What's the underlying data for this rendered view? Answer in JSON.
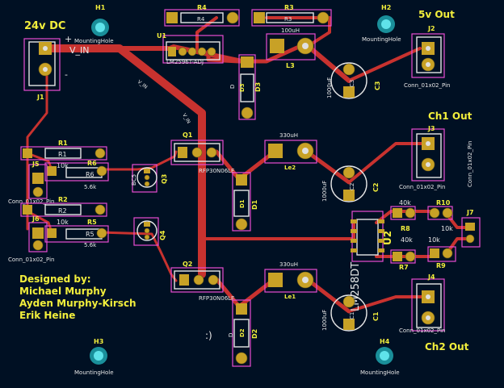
{
  "board": {
    "background": "#001023",
    "track_color": "#c8322f",
    "silk_color": "#f2ee3c",
    "pad_color": "#c8a126"
  },
  "titles": {
    "v24": "24v DC",
    "plus": "+",
    "minus": "-",
    "v5": "5v Out",
    "ch1": "Ch1 Out",
    "ch2": "Ch2 Out",
    "smiley": ":)"
  },
  "credits": {
    "line1": "Designed by:",
    "line2": "Michael Murphy",
    "line3": "Ayden Murphy-Kirsch",
    "line4": "Erik Heine"
  },
  "nets": {
    "vin": "V_IN",
    "vin_track_a": "V_IN",
    "vin_track_b": "V_IN"
  },
  "mounting": {
    "h1": "H1",
    "h2": "H2",
    "h3": "H3",
    "h4": "H4",
    "value": "MountingHole"
  },
  "refs": {
    "j1": "J1",
    "j2": "J2",
    "j3": "J3",
    "j4": "J4",
    "j5": "J5",
    "j6": "J6",
    "j7": "J7",
    "conn": "Conn_01x02_Pin",
    "r1": "R1",
    "r2": "R2",
    "r3": "R3",
    "r4": "R4",
    "r5": "R5",
    "r6": "R6",
    "r7": "R7",
    "r8": "R8",
    "r9": "R9",
    "r10": "R10",
    "u1": "U1",
    "u2": "U2",
    "u1_val": "LM2596T-ADJ",
    "q1": "Q1",
    "q2": "Q2",
    "q3": "Q3",
    "q4": "Q4",
    "q_val": "RFP30N06LE",
    "bc": "BC5",
    "l3": "L3",
    "l_val_top": "100uH",
    "le1": "Le1",
    "le2": "Le2",
    "le_val": "330uH",
    "d1": "D1",
    "d2": "D2",
    "d3": "D3",
    "d": "D",
    "c1": "C1",
    "c2": "C2",
    "c3": "C3",
    "c_val": "1000uF",
    "u2_val": "LM258DT",
    "r_10k": "10k",
    "r_40k": "40k",
    "r_56k": "5.6k"
  }
}
